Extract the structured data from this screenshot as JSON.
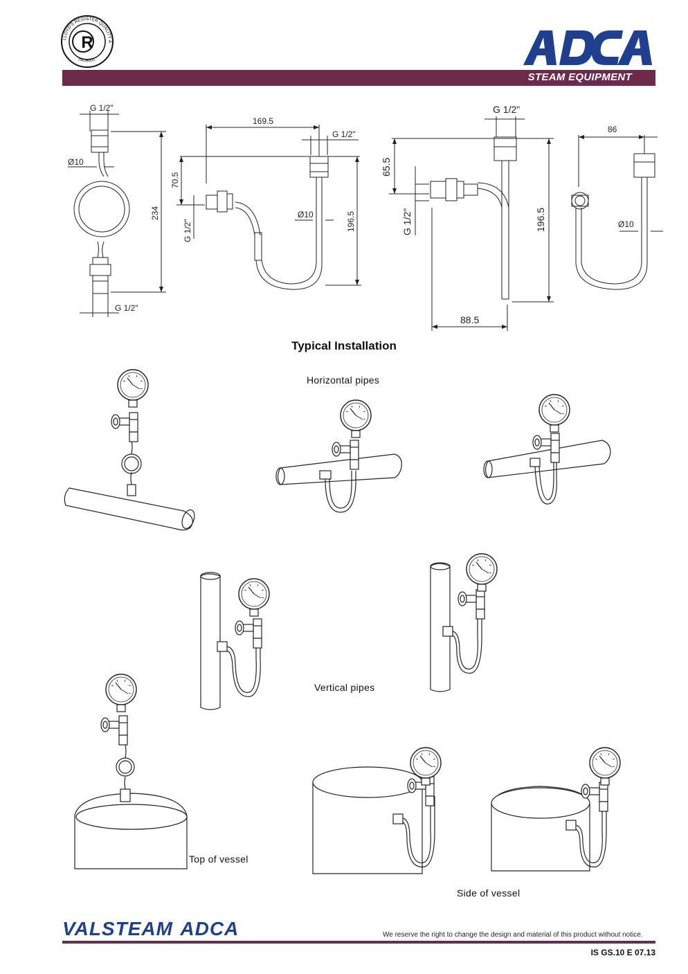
{
  "certification": {
    "seal_text": "LLOYD'S REGISTER QUALITY ASSURANCE · ISO9001",
    "seal_letters": "LR"
  },
  "brand": {
    "logo_text": "ADCA",
    "tagline": "STEAM EQUIPMENT",
    "colors": {
      "primary": "#1f3f8f",
      "band": "#6b2a4a",
      "accent_red": "#c0142b"
    }
  },
  "drawings": {
    "siphon_o": {
      "top_thread": "G 1/2\"",
      "pipe_dia": "Ø10",
      "height": "234",
      "bottom_thread": "G 1/2\""
    },
    "siphon_u_side": {
      "width": "169.5",
      "top_thread": "G 1/2\"",
      "offset": "70.5",
      "side_thread": "G 1/2\"",
      "pipe_dia": "Ø10",
      "height": "196.5"
    },
    "siphon_u_front": {
      "top_thread": "G 1/2\"",
      "offset": "65.5",
      "side_thread": "G 1/2\"",
      "height": "196.5",
      "width": "88.5"
    },
    "siphon_u_end": {
      "width": "86",
      "pipe_dia": "Ø10"
    }
  },
  "section": {
    "title": "Typical Installation",
    "horizontal_label": "Horizontal pipes",
    "vertical_label": "Vertical pipes",
    "top_vessel_label": "Top of vessel",
    "side_vessel_label": "Side of vessel"
  },
  "footer": {
    "brand_valsteam": "VALSTEAM",
    "brand_adca": "ADCA",
    "notice": "We reserve the right to change the design and material of this product without notice.",
    "doc_code": "IS GS.10 E 07.13"
  }
}
